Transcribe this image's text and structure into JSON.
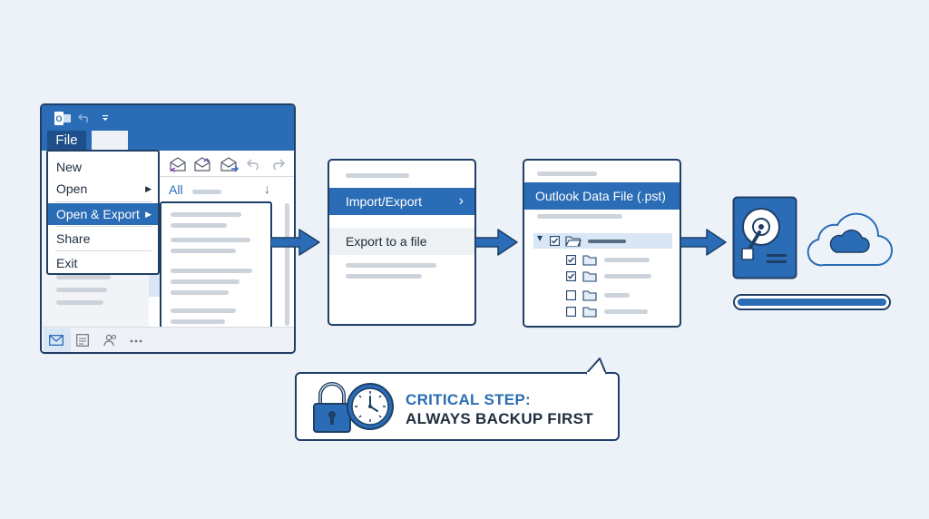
{
  "colors": {
    "accent": "#2a6cb5",
    "navy": "#1f3f66",
    "background": "#edf2f8"
  },
  "outlook": {
    "app_icon": "outlook-icon",
    "file_tab": "File",
    "menu": [
      {
        "label": "New"
      },
      {
        "label": "Open",
        "caret": "▶"
      },
      {
        "label": "Open & Export",
        "caret": "▶"
      },
      {
        "label": "Share"
      },
      {
        "label": "Exit"
      }
    ],
    "filter_label": "All",
    "sort_icon": "↓"
  },
  "wizard": {
    "import_export": "Import/Export",
    "export_to_file": "Export to a file",
    "caret": "›"
  },
  "data_file": {
    "title": "Outlook Data File (.pst)",
    "tree_toggle": "▾"
  },
  "callout": {
    "line1": "CRITICAL STEP:",
    "line2": "ALWAYS BACKUP FIRST"
  },
  "backup_progress": 1.0
}
